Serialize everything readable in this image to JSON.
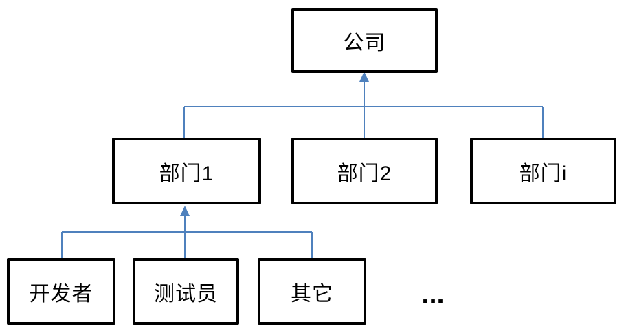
{
  "diagram": {
    "type": "org-chart",
    "nodes": {
      "company": {
        "label": "公司"
      },
      "dept1": {
        "label": "部门1"
      },
      "dept2": {
        "label": "部门2"
      },
      "depti": {
        "label": "部门i"
      },
      "developer": {
        "label": "开发者"
      },
      "tester": {
        "label": "测试员"
      },
      "other": {
        "label": "其它"
      },
      "ellipsis": {
        "label": "..."
      }
    },
    "edges": [
      {
        "from": "dept1",
        "to": "company",
        "arrow": true
      },
      {
        "from": "dept2",
        "to": "company",
        "arrow": false
      },
      {
        "from": "depti",
        "to": "company",
        "arrow": false
      },
      {
        "from": "developer",
        "to": "dept1",
        "arrow": false
      },
      {
        "from": "tester",
        "to": "dept1",
        "arrow": true
      },
      {
        "from": "other",
        "to": "dept1",
        "arrow": false
      }
    ],
    "colors": {
      "connector": "#4f81bd",
      "box_border": "#000000",
      "box_fill": "#ffffff",
      "text": "#000000"
    }
  }
}
